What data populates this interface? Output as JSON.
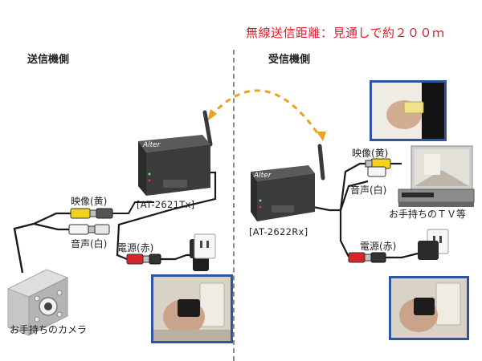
{
  "headline": "無線送信距離：見通しで約２００ｍ",
  "tx_side": {
    "title": "送信機側",
    "model": "[AT-2621Tx]",
    "label_video": "映像(黄)",
    "label_audio": "音声(白)",
    "label_power": "電源(赤)",
    "camera_caption": "お手持ちのカメラ",
    "device_logo": "Alter"
  },
  "rx_side": {
    "title": "受信機側",
    "model": "[AT-2622Rx]",
    "label_video": "映像(黄)",
    "label_audio": "音声(白)",
    "label_power": "電源(赤)",
    "tv_caption": "お手持ちのＴＶ等",
    "device_logo": "Alter"
  },
  "colors": {
    "headline": "#e4182a",
    "frame": "#2f55a0",
    "signal_arc": "#f0a020",
    "plug_yellow": "#f2d21c",
    "plug_red": "#d7262b",
    "plug_white": "#f4f4f4",
    "device_body": "#3b3b3b"
  }
}
